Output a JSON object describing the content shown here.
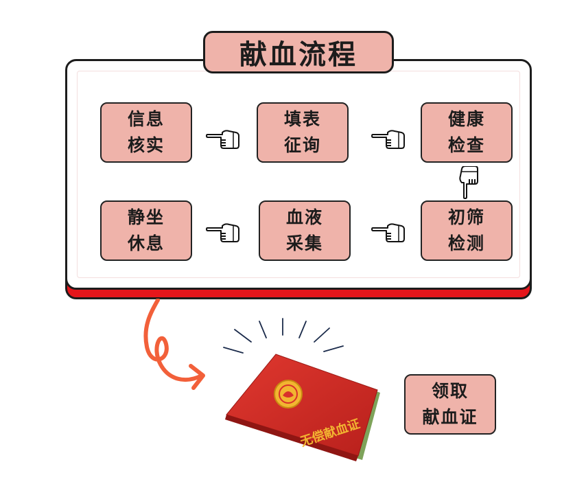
{
  "title": "献血流程",
  "steps": {
    "info_check": "信息\n核实",
    "fill_form": "填表\n征询",
    "health_check": "健康\n检查",
    "rest": "静坐\n休息",
    "blood_collection": "血液\n采集",
    "screening": "初筛\n检测"
  },
  "final_step": "领取\n献血证",
  "certificate": {
    "cover_text": "无偿献血证"
  },
  "colors": {
    "box_fill": "#efb3aa",
    "panel_shadow": "#e5161b",
    "arrow": "#f2603a",
    "certificate_cover": "#d9302b",
    "emblem": "#f2b531"
  },
  "icons": [
    "pointing-hand-left",
    "pointing-hand-down",
    "curly-arrow",
    "sparkle-burst",
    "certificate-book"
  ]
}
